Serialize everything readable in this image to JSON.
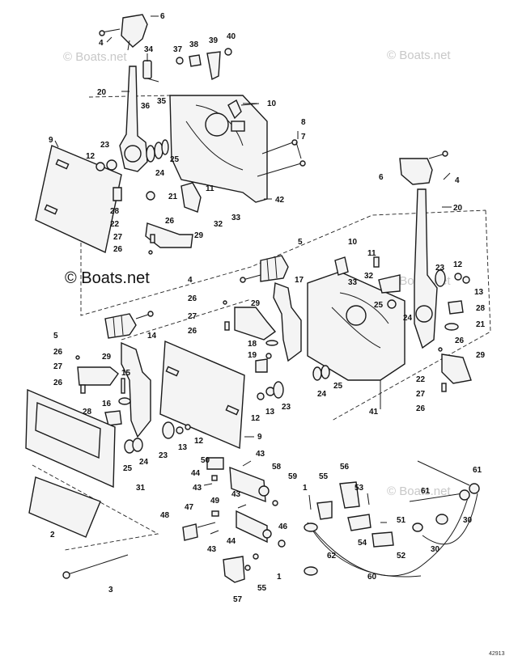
{
  "brand": {
    "text": "© Boats.net"
  },
  "watermark": {
    "text": "© Boats.net"
  },
  "figure_number": "42913",
  "callouts": {
    "c6a": "6",
    "c4a": "4",
    "c34": "34",
    "c37": "37",
    "c38": "38",
    "c39": "39",
    "c40": "40",
    "c20a": "20",
    "c36": "36",
    "c35": "35",
    "c10a": "10",
    "c9a": "9",
    "c12a": "12",
    "c23a": "23",
    "c25a": "25",
    "c24a": "24",
    "c8": "8",
    "c7": "7",
    "c21a": "21",
    "c11a": "11",
    "c33a": "33",
    "c42": "42",
    "c28a": "28",
    "c22a": "22",
    "c26a": "26",
    "c32a": "32",
    "c27a": "27",
    "c29a": "29",
    "c26b": "26",
    "c6b": "6",
    "c4b": "4",
    "c20b": "20",
    "c5a": "5",
    "c4c": "4",
    "c17": "17",
    "c10b": "10",
    "c11b": "11",
    "c32b": "32",
    "c23b": "23",
    "c12b": "12",
    "c13a": "13",
    "c26c": "26",
    "c29b": "29",
    "c33b": "33",
    "c25b": "25",
    "c24b": "24",
    "c28b": "28",
    "c27b": "27",
    "c21b": "21",
    "c26d": "26",
    "c18": "18",
    "c19": "19",
    "c5b": "5",
    "c14": "14",
    "c26e": "26",
    "c29c": "29",
    "c27c": "27",
    "c26f": "26",
    "c15": "15",
    "c16": "16",
    "c28c": "28",
    "c29d": "29",
    "c26g": "26",
    "c22b": "22",
    "c27d": "27",
    "c26h": "26",
    "c41": "41",
    "c24c": "24",
    "c25c": "25",
    "c12c": "12",
    "c13b": "13",
    "c23c": "23",
    "c9b": "9",
    "c23d": "23",
    "c13c": "13",
    "c12d": "12",
    "c25d": "25",
    "c24d": "24",
    "c43a": "43",
    "c50": "50",
    "c44a": "44",
    "c58": "58",
    "c43b": "43",
    "c31": "31",
    "c59": "59",
    "c1a": "1",
    "c55a": "55",
    "c56": "56",
    "c53": "53",
    "c61a": "61",
    "c61b": "61",
    "c30a": "30",
    "c2": "2",
    "c47": "47",
    "c49": "49",
    "c43c": "43",
    "c48": "48",
    "c44b": "44",
    "c43d": "43",
    "c46": "46",
    "c51": "51",
    "c54": "54",
    "c52": "52",
    "c30b": "30",
    "c62": "62",
    "c3": "3",
    "c1b": "1",
    "c60": "60",
    "c57": "57",
    "c55b": "55"
  }
}
